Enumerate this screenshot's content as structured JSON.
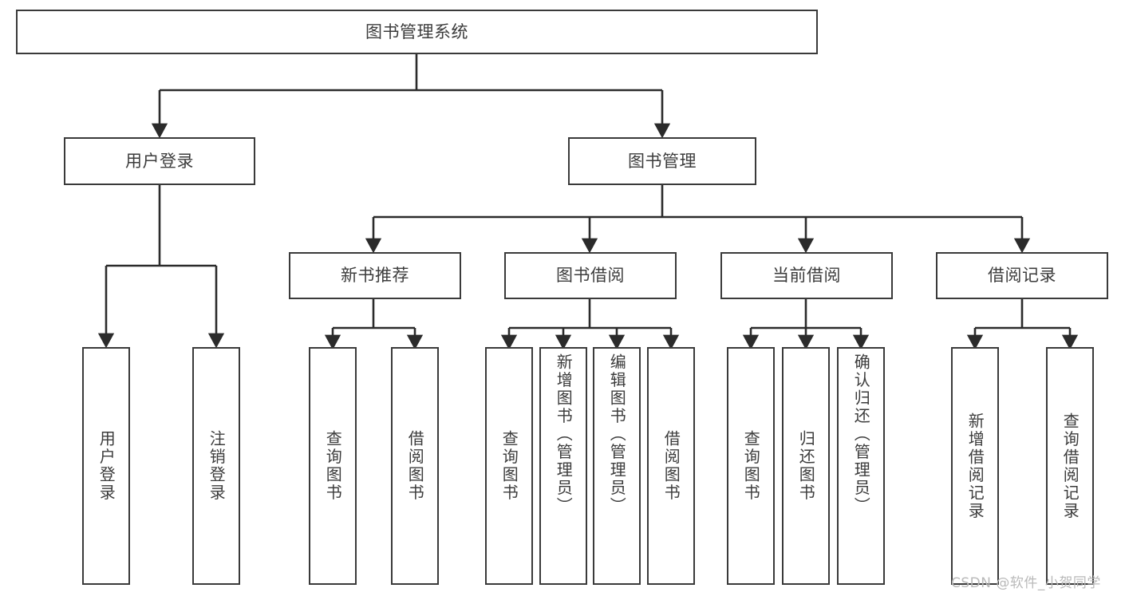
{
  "diagram": {
    "type": "tree-hierarchy",
    "title": "图书管理系统",
    "watermark": "CSDN @软件_小贺同学",
    "colors": {
      "box_border": "#3a3a3a",
      "box_fill": "#ffffff",
      "connector": "#2b2b2b",
      "text": "#3c3c3c",
      "watermark": "#b9b9b9",
      "background": "#ffffff"
    },
    "nodes": {
      "root": {
        "label": "图书管理系统"
      },
      "level2": [
        {
          "id": "user-login",
          "label": "用户登录"
        },
        {
          "id": "book-manage",
          "label": "图书管理"
        }
      ],
      "level3": [
        {
          "id": "new-book-recommend",
          "label": "新书推荐"
        },
        {
          "id": "book-borrow",
          "label": "图书借阅"
        },
        {
          "id": "current-borrow",
          "label": "当前借阅"
        },
        {
          "id": "borrow-record",
          "label": "借阅记录"
        }
      ],
      "leaves": {
        "user-login": [
          {
            "id": "leaf-user-login",
            "label": "用户登录"
          },
          {
            "id": "leaf-logout-login",
            "label": "注销登录"
          }
        ],
        "new-book-recommend": [
          {
            "id": "leaf-query-book-1",
            "label": "查询图书"
          },
          {
            "id": "leaf-borrow-book-1",
            "label": "借阅图书"
          }
        ],
        "book-borrow": [
          {
            "id": "leaf-query-book-2",
            "label": "查询图书"
          },
          {
            "id": "leaf-add-book",
            "label": "新增图书（管理员）"
          },
          {
            "id": "leaf-edit-book",
            "label": "编辑图书（管理员）"
          },
          {
            "id": "leaf-borrow-book-2",
            "label": "借阅图书"
          }
        ],
        "current-borrow": [
          {
            "id": "leaf-query-book-3",
            "label": "查询图书"
          },
          {
            "id": "leaf-return-book",
            "label": "归还图书"
          },
          {
            "id": "leaf-confirm-return",
            "label": "确认归还（管理员）"
          }
        ],
        "borrow-record": [
          {
            "id": "leaf-add-record",
            "label": "新增借阅记录"
          },
          {
            "id": "leaf-query-record",
            "label": "查询借阅记录"
          }
        ]
      }
    }
  }
}
